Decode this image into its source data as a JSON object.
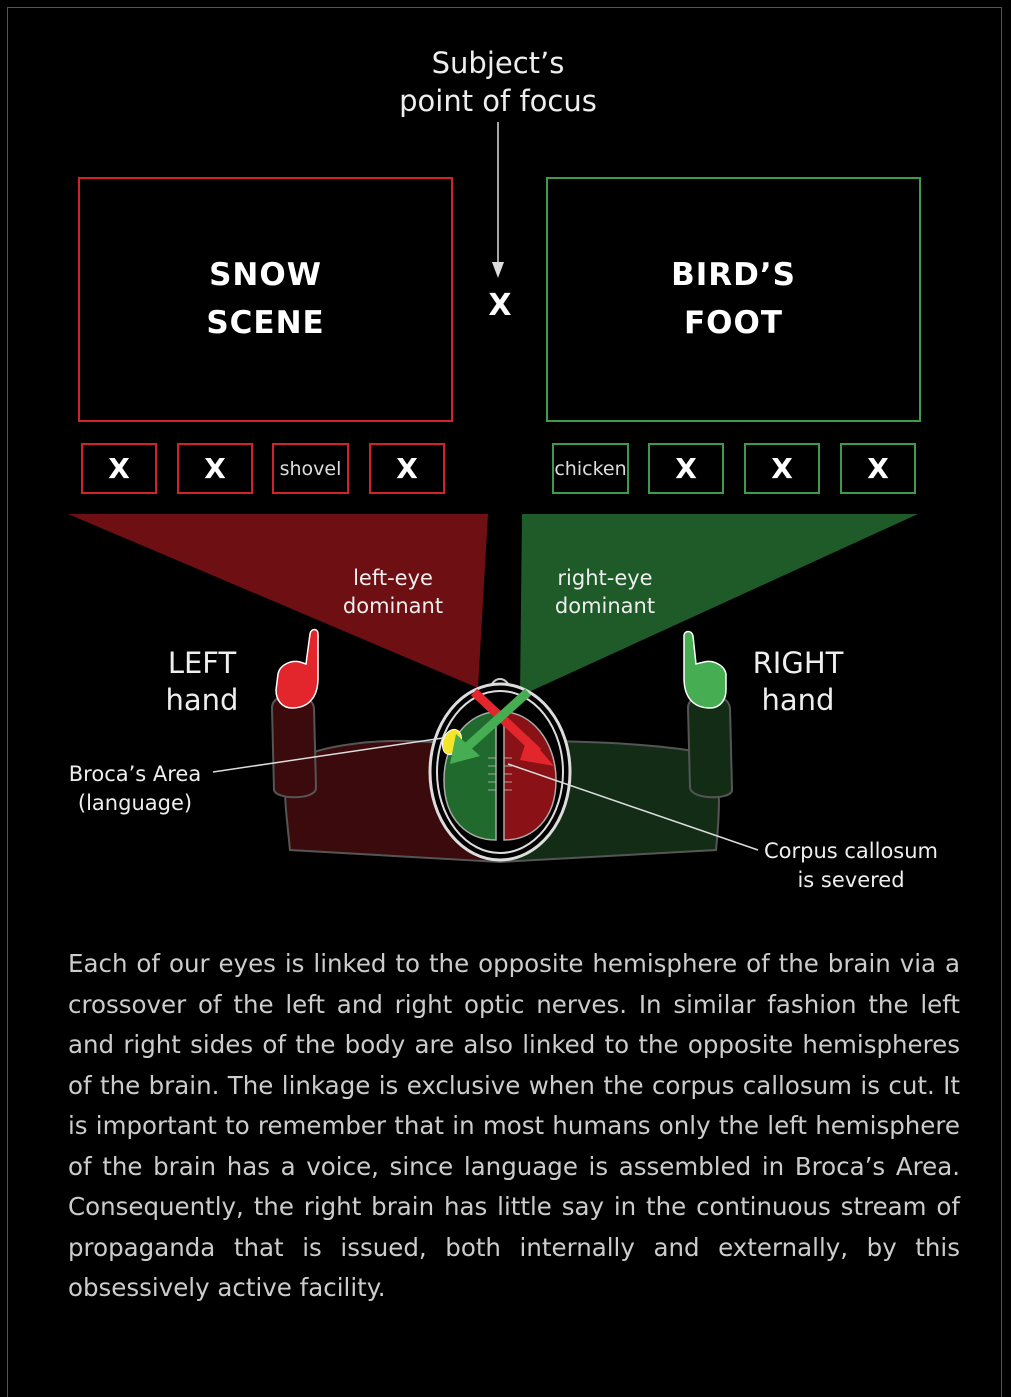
{
  "focus_label": "Subject’s\npoint of focus",
  "center_marker": "X",
  "left_box": {
    "line1": "SNOW",
    "line2": "SCENE",
    "color": "#d0242a"
  },
  "right_box": {
    "line1": "BIRD’S",
    "line2": "FOOT",
    "color": "#3e9b48"
  },
  "left_choices": [
    "X",
    "X",
    "shovel",
    "X"
  ],
  "right_choices": [
    "chicken",
    "X",
    "X",
    "X"
  ],
  "left_eye_label": "left-eye\ndominant",
  "right_eye_label": "right-eye\ndominant",
  "left_hand_label": "LEFT\nhand",
  "right_hand_label": "RIGHT\nhand",
  "broca_label": "Broca’s Area\n(language)",
  "callosum_label": "Corpus callosum\nis severed",
  "paragraph": "Each of our eyes is linked to the opposite hemisphere of the brain via a crossover of the left and right optic nerves. In similar fashion the left and right sides of the body are also linked to the opposite hemispheres of the brain. The linkage is exclusive when the corpus callosum is cut. It is important to remember that in most humans only the left hemisphere of the brain has a voice, since language is assembled in Broca’s Area. Consequently, the right brain has little say in the continuous stream of propaganda that is issued, both internally and externally, by this obsessively active facility.",
  "colors": {
    "red": "#d0242a",
    "green": "#3e9b48",
    "dark_red": "#6e1013",
    "dark_green": "#1c4a24"
  }
}
